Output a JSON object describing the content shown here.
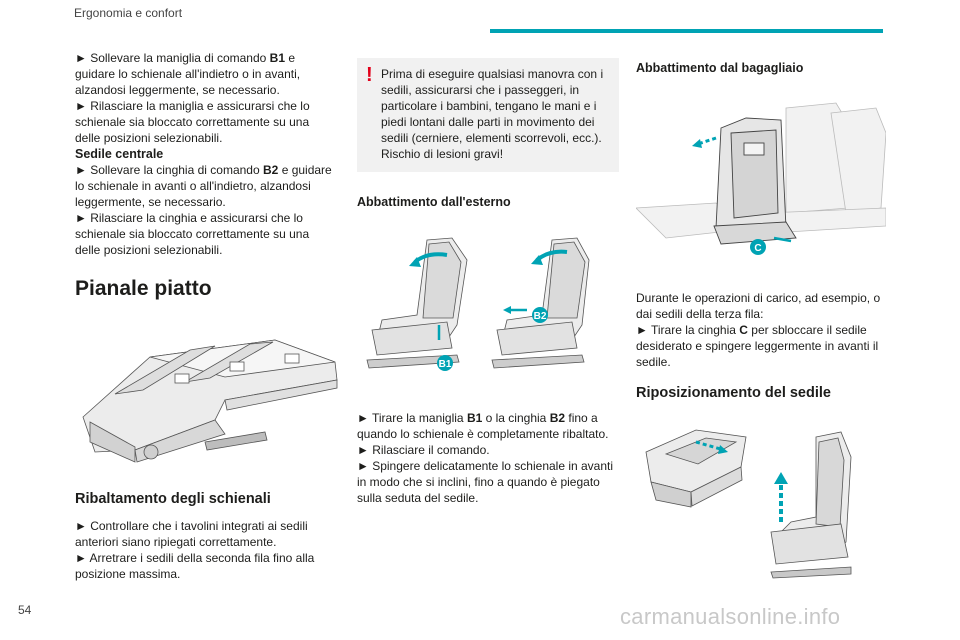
{
  "header": {
    "section": "Ergonomia e confort"
  },
  "col1": {
    "p1": "► Sollevare la maniglia di comando",
    "p1_b": "B1",
    "p1_rest": "e guidare lo schienale all'indietro o in avanti, alzandosi leggermente, se necessario.",
    "p2": "► Rilasciare la maniglia e assicurarsi che lo schienale sia bloccato correttamente su una delle posizioni selezionabili.",
    "center_title": "Sedile centrale",
    "p3": "► Sollevare la cinghia di comando",
    "p3_b": "B2",
    "p3_rest": "e guidare lo schienale in avanti o all'indietro, alzandosi leggermente, se necessario.",
    "p4": "► Rilasciare la cinghia e assicurarsi che lo schienale sia bloccato correttamente su una delle posizioni selezionabili.",
    "flat_title": "Pianale piatto",
    "fold_title": "Ribaltamento degli schienali",
    "p5": "► Controllare che i tavolini integrati ai sedili anteriori siano ripiegati correttamente.",
    "p6": "► Arretrare i sedili della seconda fila fino alla posizione massima."
  },
  "col2": {
    "warning": "Prima di eseguire qualsiasi manovra con i sedili, assicurarsi che i passeggeri, in particolare i bambini, tengano le mani e i piedi lontani dalle parti in movimento dei sedili (cerniere, elementi scorrevoli, ecc.). Rischio di lesioni gravi!",
    "outside_title": "Abbattimento dall'esterno",
    "label_b1": "B1",
    "label_b2": "B2",
    "p1": "► Tirare la maniglia",
    "p1_b1": "B1",
    "p1_mid": "o la cinghia",
    "p1_b2": "B2",
    "p1_rest": "fino a quando lo schienale è completamente ribaltato.",
    "p2": "► Rilasciare il comando.",
    "p3": "► Spingere delicatamente lo schienale in avanti in modo che si inclini, fino a quando è piegato sulla seduta del sedile."
  },
  "col3": {
    "boot_title": "Abbattimento dal bagagliaio",
    "label_c": "C",
    "p1": "Durante le operazioni di carico, ad esempio, o dai sedili della terza fila:",
    "p2": "► Tirare la cinghia",
    "p2_b": "C",
    "p2_rest": "per sbloccare il sedile desiderato e spingere leggermente in avanti il sedile.",
    "repos_title": "Riposizionamento del sedile"
  },
  "footer": {
    "page_number": "54",
    "watermark": "carmanualsonline.info"
  },
  "colors": {
    "accent": "#00a3b4",
    "warning": "#e2001a",
    "badge": "#00a3b4"
  }
}
